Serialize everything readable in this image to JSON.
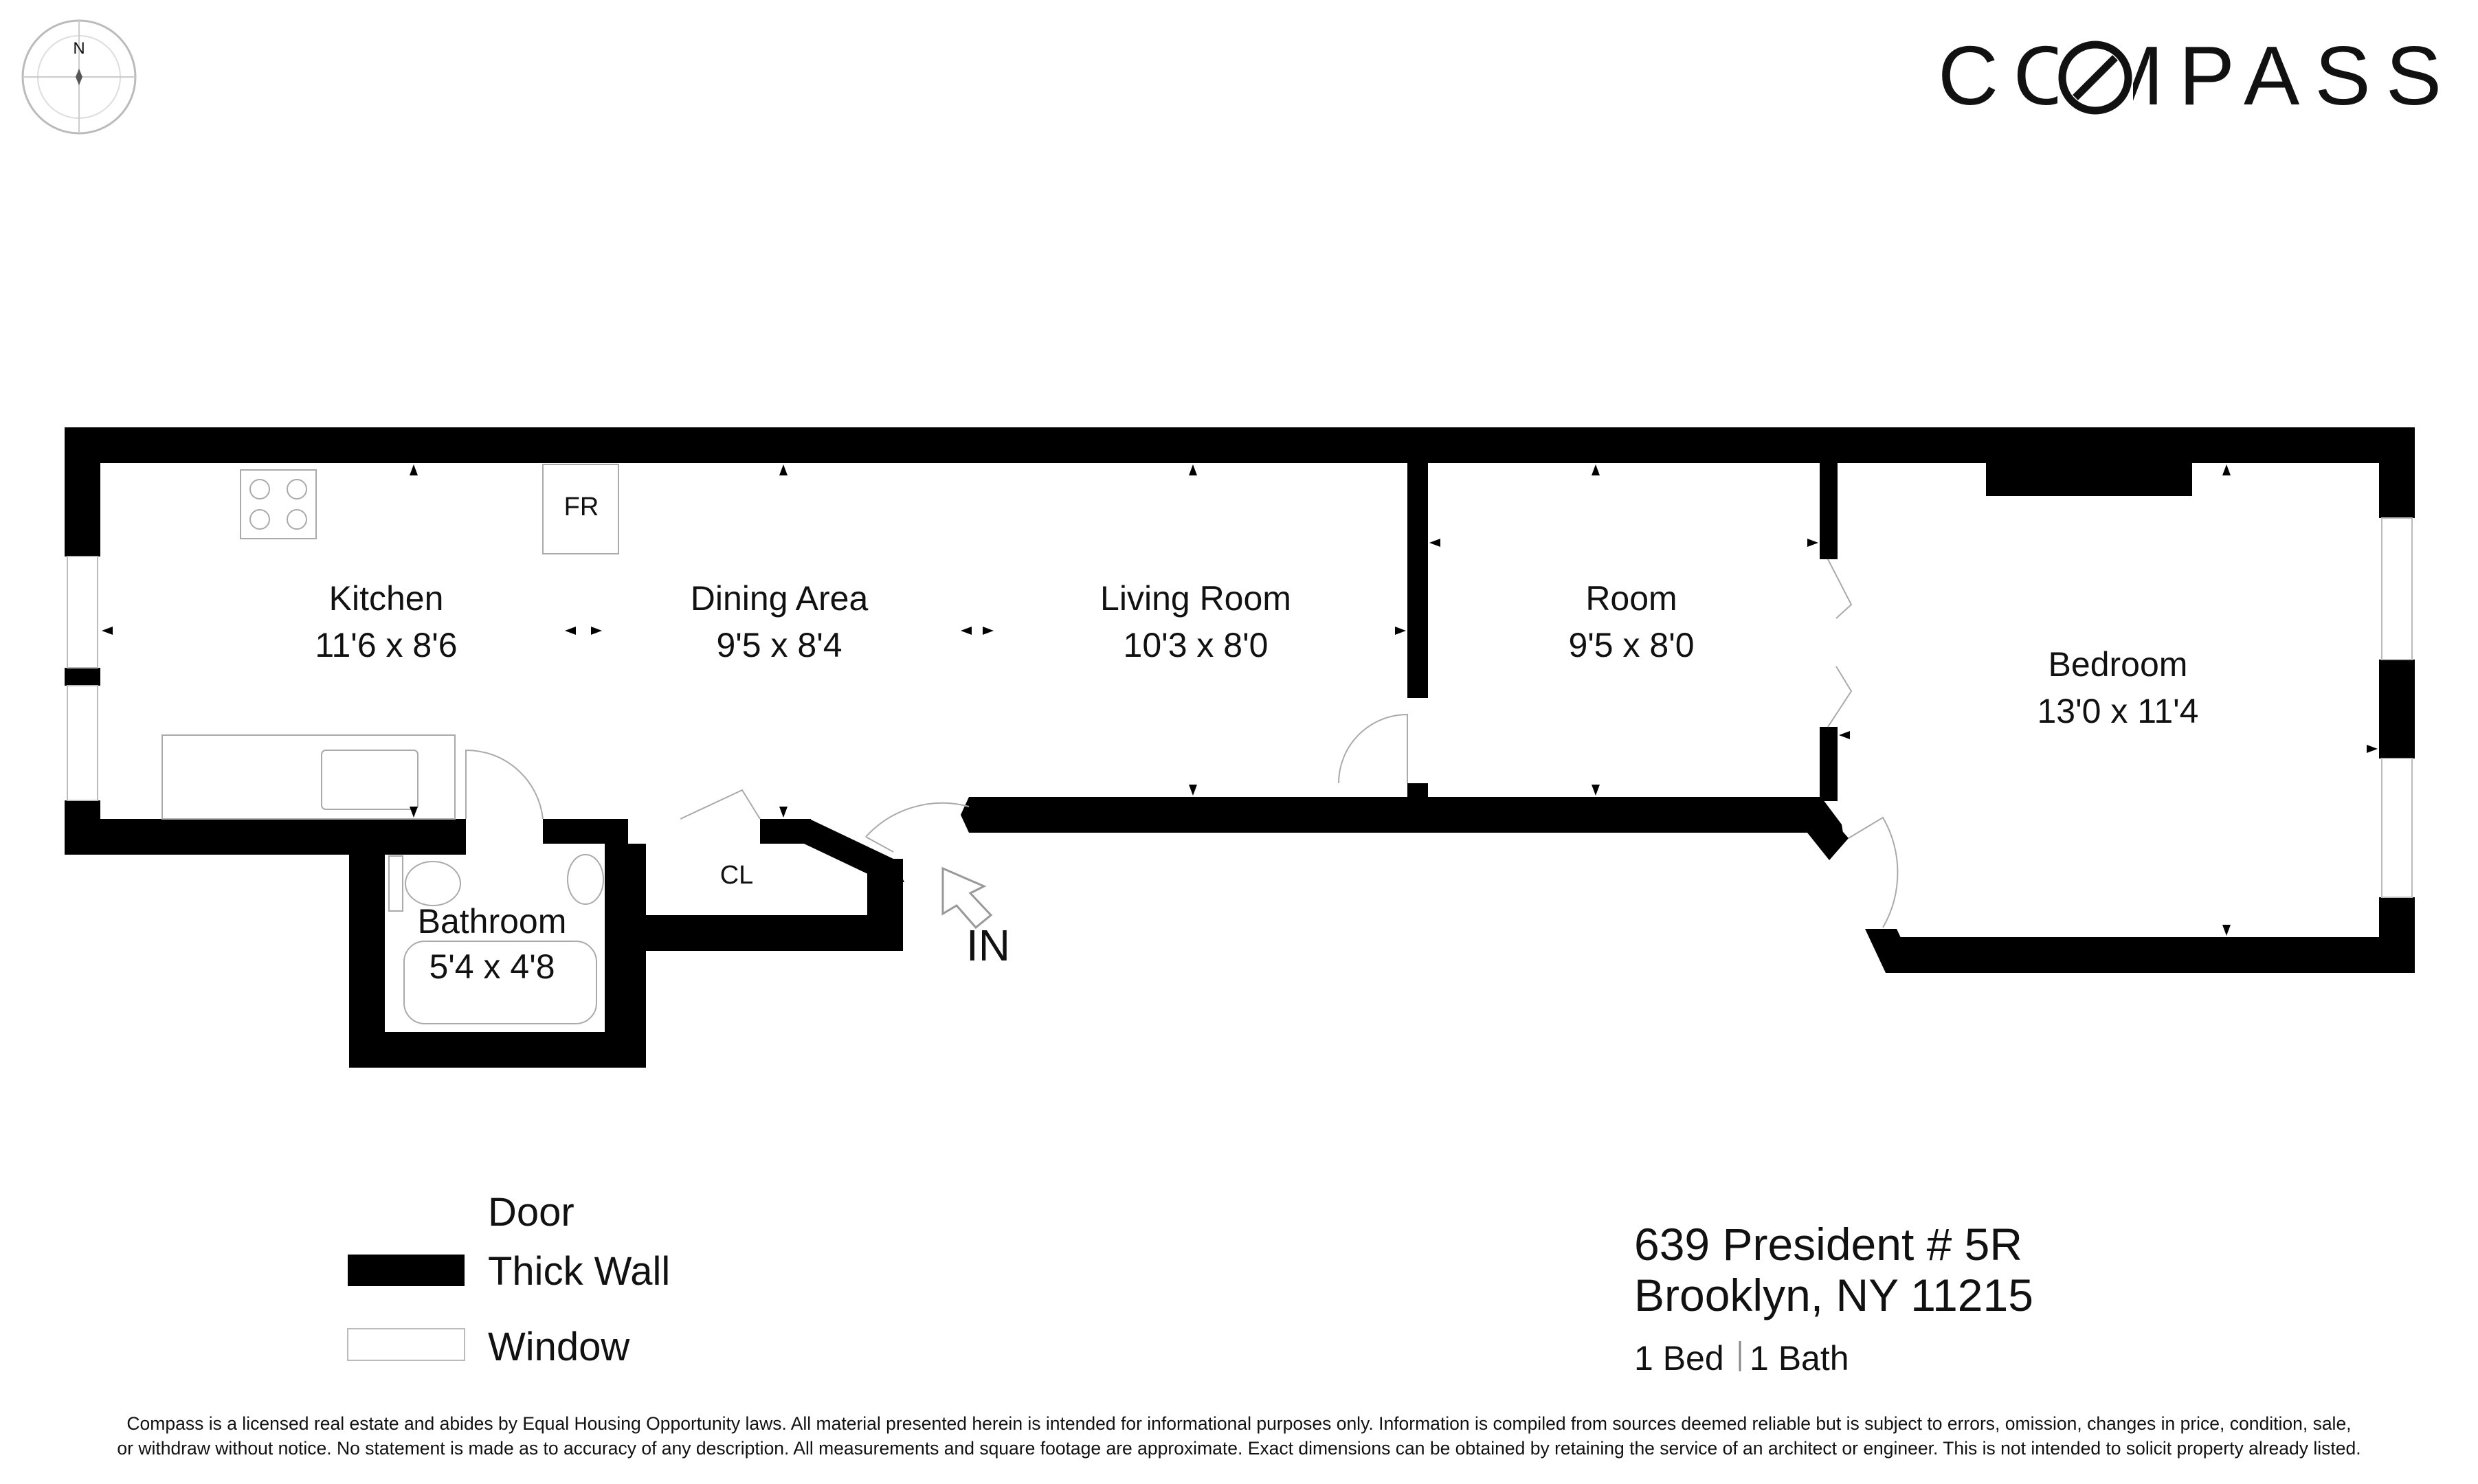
{
  "brand": {
    "logo": "COMPASS"
  },
  "compass_rose": {
    "north_label": "N"
  },
  "rooms": [
    {
      "name": "Kitchen",
      "dim": "11'6 x 8'6"
    },
    {
      "name": "Dining Area",
      "dim": "9'5 x 8'4"
    },
    {
      "name": "Living Room",
      "dim": "10'3 x 8'0"
    },
    {
      "name": "Room",
      "dim": "9'5 x 8'0"
    },
    {
      "name": "Bedroom",
      "dim": "13'0 x 11'4"
    },
    {
      "name": "Bathroom",
      "dim": "5'4 x 4'8"
    }
  ],
  "labels": {
    "fridge": "FR",
    "closet": "CL",
    "entry": "IN"
  },
  "legend": {
    "door": "Door",
    "thick_wall": "Thick Wall",
    "window": "Window"
  },
  "listing": {
    "address_line1": "639 President # 5R",
    "address_line2": "Brooklyn, NY 11215",
    "beds": "1 Bed",
    "baths": "1 Bath"
  },
  "disclaimer": {
    "line1": "Compass is a licensed real estate and abides by Equal Housing Opportunity laws. All material presented herein is intended for informational purposes only. Information is compiled from sources deemed reliable but is subject to errors, omission, changes in price, condition, sale,",
    "line2": "or withdraw without notice. No statement is made as to accuracy of any description. All measurements and square footage are approximate. Exact dimensions can be obtained by retaining the service of an architect or engineer. This is not intended to solicit property already listed."
  }
}
